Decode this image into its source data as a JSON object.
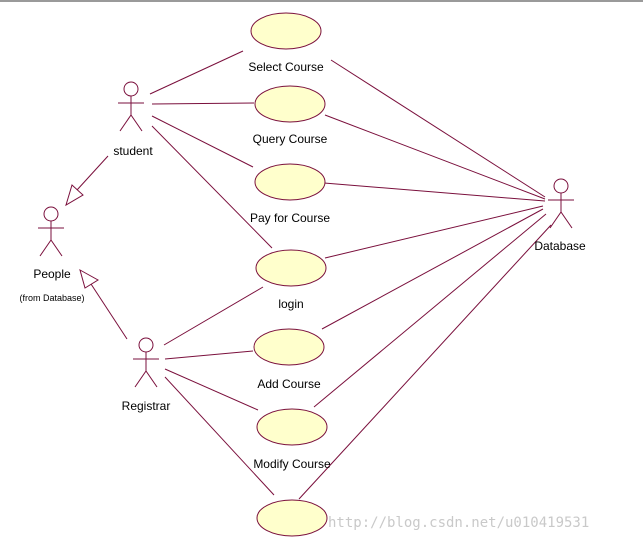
{
  "colors": {
    "line": "#7a0f3c",
    "usecase_fill": "#ffffcc",
    "usecase_stroke": "#7a0f3c",
    "actor_stroke": "#7a0f3c",
    "text": "#000000",
    "watermark": "#c9c9c9"
  },
  "actors": {
    "student": {
      "name": "student"
    },
    "people": {
      "name": "People",
      "note": "(from Database)"
    },
    "registrar": {
      "name": "Registrar"
    },
    "database": {
      "name": "Database"
    }
  },
  "use_cases": {
    "select_course": {
      "label": "Select Course"
    },
    "query_course": {
      "label": "Query Course"
    },
    "pay_for_course": {
      "label": "Pay for Course"
    },
    "login": {
      "label": "login"
    },
    "add_course": {
      "label": "Add Course"
    },
    "modify_course": {
      "label": "Modify Course"
    },
    "unnamed": {
      "label": ""
    }
  },
  "watermark": "http://blog.csdn.net/u010419531"
}
